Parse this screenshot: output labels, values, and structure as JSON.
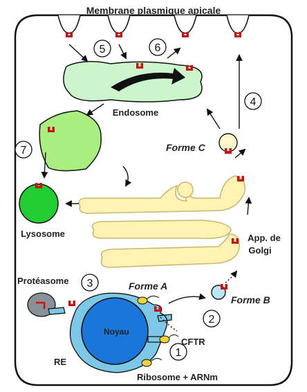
{
  "title": "Membrane plasmique apicale",
  "labels": {
    "endosome": "Endosome",
    "lysosome": "Lysosome",
    "forme_a": "Forme A",
    "forme_b": "Forme B",
    "forme_c": "Forme C",
    "golgi_line1": "App. de",
    "golgi_line2": "Golgi",
    "proteasome": "Protéasome",
    "noyau": "Noyau",
    "re": "RE",
    "cftr": "CFTR",
    "ribosome": "Ribosome + ARNm"
  },
  "steps": [
    "1",
    "2",
    "3",
    "4",
    "5",
    "6",
    "7"
  ],
  "colors": {
    "endosome_fill": "#ccf5cc",
    "late_endosome_fill": "#a8ee80",
    "lysosome_fill": "#22cc33",
    "golgi_fill": "#fff2b3",
    "golgi_stroke": "#c8b870",
    "er_fill": "#7cc8e6",
    "nucleus_fill": "#1a76d8",
    "proteasome_fill": "#8a9098",
    "vesicle_c_fill": "#fff7cc",
    "vesicle_b_fill": "#b8e6f5",
    "cftr_red": "#cc1111",
    "ribosome_yellow": "#f0d23a"
  }
}
